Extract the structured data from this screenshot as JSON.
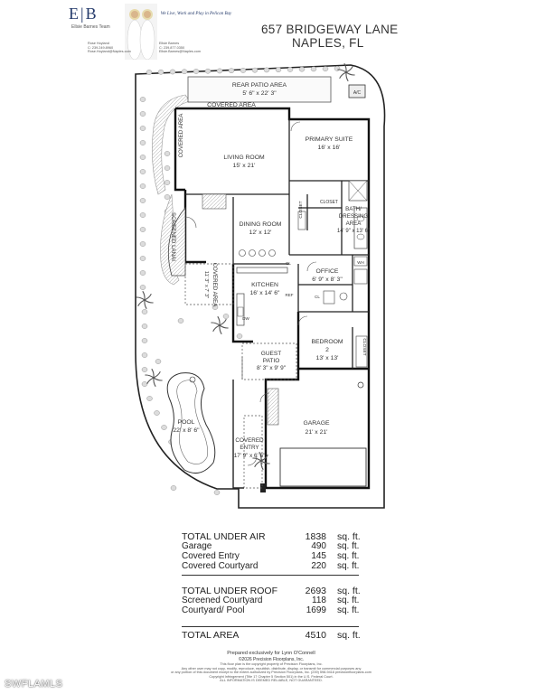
{
  "header": {
    "address_line1": "657 BRIDGEWAY LANE",
    "address_line2": "NAPLES, FL"
  },
  "branding": {
    "logo": "E|B",
    "team": "Ellsie Barnes Team",
    "tagline": "We Live, Work and Play in Pelican Bay",
    "agent1": {
      "name": "Rose Hoyland",
      "phone": "C: 239.249.8960",
      "email": "Rose.Hoyland@Naples.com"
    },
    "agent2": {
      "name": "Ellsie Barnes",
      "phone": "C: 239.877.0350",
      "email": "Ellsie.Barnes@Naples.com"
    }
  },
  "rooms": {
    "rear_patio": {
      "name": "REAR PATIO AREA",
      "size": "5' 6\" x 22' 3\""
    },
    "covered_area_top": {
      "name": "COVERED AREA"
    },
    "covered_area_side": {
      "name": "COVERED AREA"
    },
    "living": {
      "name": "LIVING ROOM",
      "size": "15' x 21'"
    },
    "primary": {
      "name": "PRIMARY SUITE",
      "size": "16' x 16'"
    },
    "ac": {
      "name": "A/C"
    },
    "closet1": {
      "name": "CLOSET"
    },
    "closet2": {
      "name": "CLOSET"
    },
    "closet3": {
      "name": "CLOSET"
    },
    "bath": {
      "name": "BATH/ DRESSING AREA",
      "size": "14' 9\" x 13' 6\""
    },
    "screened_lanai": {
      "name": "SCREENED LANAI"
    },
    "dining": {
      "name": "DINING ROOM",
      "size": "12' x 12'"
    },
    "covered_area_mid": {
      "name": "COVERED AREA",
      "size": "11' 3\" x 7' 3\""
    },
    "kitchen": {
      "name": "KITCHEN",
      "size": "16' x 14' 6\""
    },
    "office": {
      "name": "OFFICE",
      "size": "6' 9\" x 8' 3\""
    },
    "bedroom2": {
      "name": "BEDROOM 2",
      "size": "13' x 13'"
    },
    "guest_patio": {
      "name": "GUEST PATIO",
      "size": "8' 3\" x 9' 9\""
    },
    "pool": {
      "name": "POOL",
      "size": "22' x 8' 6\""
    },
    "garage": {
      "name": "GARAGE",
      "size": "21' x 21'"
    },
    "covered_entry": {
      "name": "COVERED ENTRY",
      "size": "17' 9\" x 6' 6\""
    }
  },
  "fixture_labels": {
    "cl": "CL",
    "wh": "WH",
    "ref": "REF",
    "dw": "DW"
  },
  "areas": [
    {
      "label": "TOTAL UNDER AIR",
      "value": "1838",
      "unit": "sq. ft.",
      "strong": true
    },
    {
      "label": "Garage",
      "value": "490",
      "unit": "sq. ft."
    },
    {
      "label": "Covered Entry",
      "value": "145",
      "unit": "sq. ft."
    },
    {
      "label": "Covered Courtyard",
      "value": "220",
      "unit": "sq. ft."
    },
    {
      "label": "TOTAL UNDER ROOF",
      "value": "2693",
      "unit": "sq. ft.",
      "strong": true
    },
    {
      "label": "Screened Courtyard",
      "value": "118",
      "unit": "sq. ft."
    },
    {
      "label": "Courtyard/ Pool",
      "value": "1699",
      "unit": "sq. ft."
    },
    {
      "label": "TOTAL AREA",
      "value": "4510",
      "unit": "sq. ft.",
      "strong": true
    }
  ],
  "footer": {
    "prepared": "Prepared exclusively for Lynn O'Connell",
    "copyright": "©2026 Precision Floorplans, Inc.",
    "legal1": "This floor plan is the copyright property of Precision Floorplans, Inc.",
    "legal2": "Any other user may not copy, modify, reproduce, republish, distribute, display, or transmit for commercial purposes any",
    "legal3": "or any portion of this document except to the extent authorized by Precision Floorplans, Inc. (239) 598-9416 precisionfloorplans.com",
    "legal4": "Copyright Infringement (Title 17 Chapter 5 Section 501) in the U.S. Federal Court.",
    "disclaimer": "ALL INFORMATION IS DEEMED RELIABLE, NOT GUARANTEED."
  },
  "watermark": "SWFLAMLS"
}
